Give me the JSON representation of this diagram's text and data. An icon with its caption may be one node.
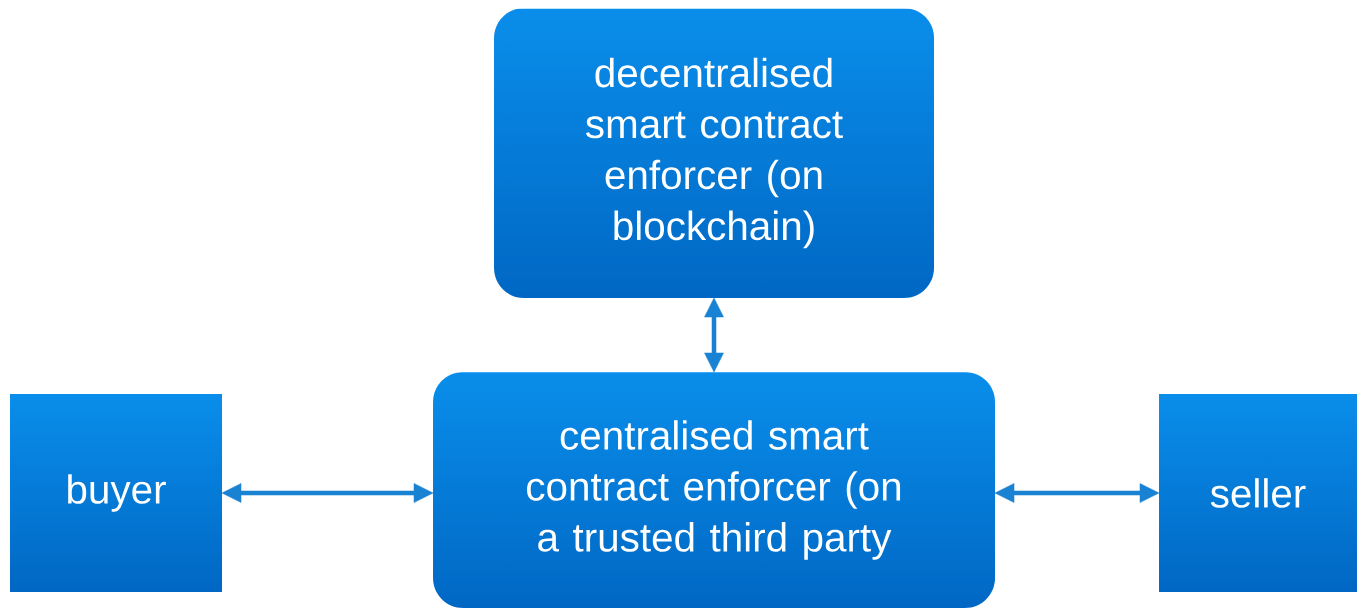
{
  "diagram": {
    "nodes": [
      {
        "text": [
          "decentralised smart contract enforcer (on blockchain)"
        ]
      },
      {
        "text": [
          "buyer"
        ]
      },
      {
        "text": [
          "centralised smart contract enforcer (on a trusted third party"
        ]
      },
      {
        "text": [
          "seller"
        ]
      }
    ],
    "edges": [
      {
        "from": 0,
        "to": 2,
        "arrow": "both"
      },
      {
        "from": 1,
        "to": 2,
        "arrow": "both"
      },
      {
        "from": 2,
        "to": 3,
        "arrow": "both"
      }
    ]
  }
}
